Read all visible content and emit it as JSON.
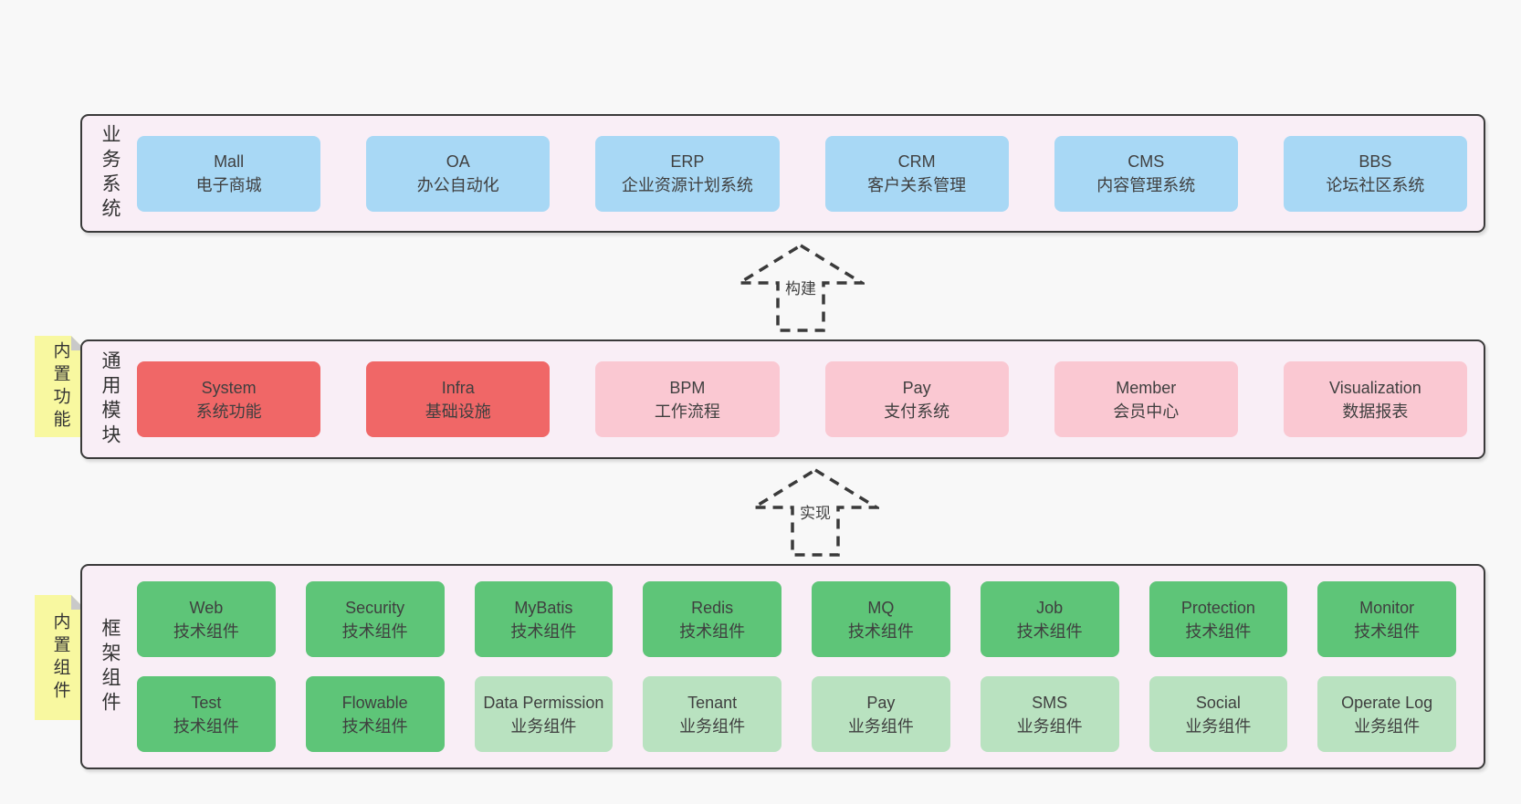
{
  "colors": {
    "page_bg": "#f8f8f8",
    "container_bg": "#f9eef6",
    "border": "#3a3a3a",
    "text": "#3f3f3f",
    "blue": "#a8d8f5",
    "red": "#f06767",
    "pink": "#fac8d2",
    "green_dark": "#5ec578",
    "green_light": "#b9e2c0",
    "yellow": "#f8f8a0",
    "fold": "#c9c9c9"
  },
  "arrows": [
    {
      "id": "build",
      "label": "构建"
    },
    {
      "id": "implement",
      "label": "实现"
    }
  ],
  "sections": [
    {
      "id": "business",
      "label": "业务系统",
      "note": "",
      "rows": [
        [
          {
            "title": "Mall",
            "subtitle": "电子商城",
            "variant": "blue"
          },
          {
            "title": "OA",
            "subtitle": "办公自动化",
            "variant": "blue"
          },
          {
            "title": "ERP",
            "subtitle": "企业资源计划系统",
            "variant": "blue"
          },
          {
            "title": "CRM",
            "subtitle": "客户关系管理",
            "variant": "blue"
          },
          {
            "title": "CMS",
            "subtitle": "内容管理系统",
            "variant": "blue"
          },
          {
            "title": "BBS",
            "subtitle": "论坛社区系统",
            "variant": "blue"
          }
        ]
      ]
    },
    {
      "id": "modules",
      "label": "通用模块",
      "note": "内置功能",
      "rows": [
        [
          {
            "title": "System",
            "subtitle": "系统功能",
            "variant": "red"
          },
          {
            "title": "Infra",
            "subtitle": "基础设施",
            "variant": "red"
          },
          {
            "title": "BPM",
            "subtitle": "工作流程",
            "variant": "pink"
          },
          {
            "title": "Pay",
            "subtitle": "支付系统",
            "variant": "pink"
          },
          {
            "title": "Member",
            "subtitle": "会员中心",
            "variant": "pink"
          },
          {
            "title": "Visualization",
            "subtitle": "数据报表",
            "variant": "pink"
          }
        ]
      ]
    },
    {
      "id": "framework",
      "label": "框架组件",
      "note": "内置组件",
      "rows": [
        [
          {
            "title": "Web",
            "subtitle": "技术组件",
            "variant": "green"
          },
          {
            "title": "Security",
            "subtitle": "技术组件",
            "variant": "green"
          },
          {
            "title": "MyBatis",
            "subtitle": "技术组件",
            "variant": "green"
          },
          {
            "title": "Redis",
            "subtitle": "技术组件",
            "variant": "green"
          },
          {
            "title": "MQ",
            "subtitle": "技术组件",
            "variant": "green"
          },
          {
            "title": "Job",
            "subtitle": "技术组件",
            "variant": "green"
          },
          {
            "title": "Protection",
            "subtitle": "技术组件",
            "variant": "green"
          },
          {
            "title": "Monitor",
            "subtitle": "技术组件",
            "variant": "green"
          }
        ],
        [
          {
            "title": "Test",
            "subtitle": "技术组件",
            "variant": "green"
          },
          {
            "title": "Flowable",
            "subtitle": "技术组件",
            "variant": "green"
          },
          {
            "title": "Data Permission",
            "subtitle": "业务组件",
            "variant": "green-light"
          },
          {
            "title": "Tenant",
            "subtitle": "业务组件",
            "variant": "green-light"
          },
          {
            "title": "Pay",
            "subtitle": "业务组件",
            "variant": "green-light"
          },
          {
            "title": "SMS",
            "subtitle": "业务组件",
            "variant": "green-light"
          },
          {
            "title": "Social",
            "subtitle": "业务组件",
            "variant": "green-light"
          },
          {
            "title": "Operate Log",
            "subtitle": "业务组件",
            "variant": "green-light"
          }
        ]
      ]
    }
  ]
}
